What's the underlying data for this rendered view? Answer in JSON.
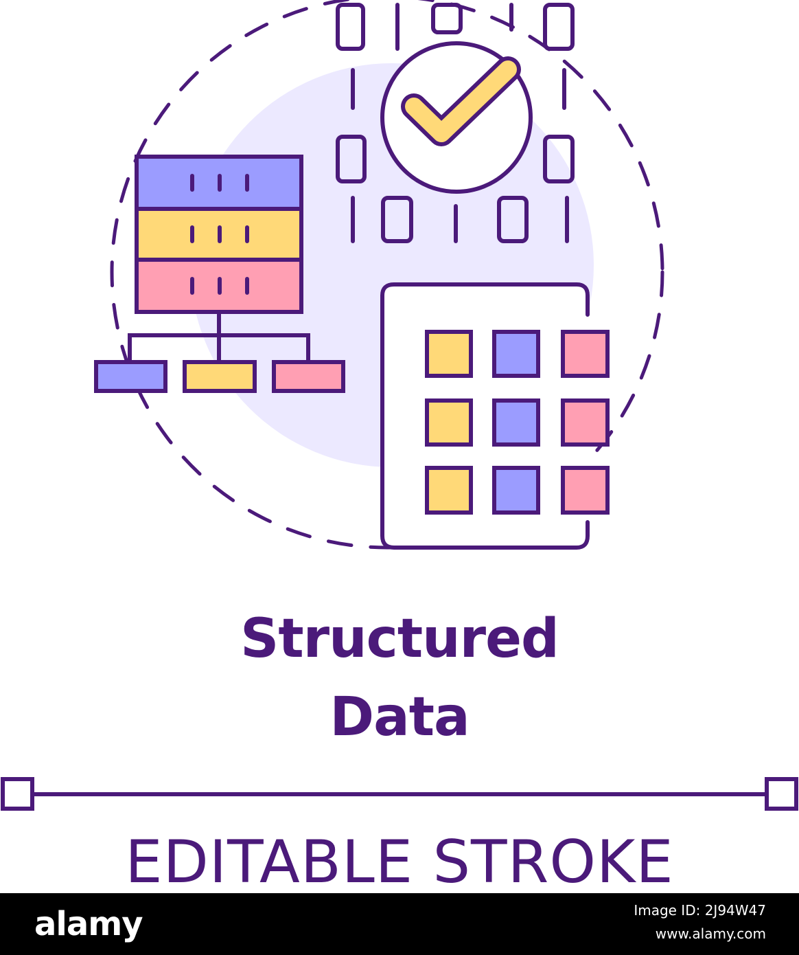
{
  "title": {
    "line1": "Structured",
    "line2": "Data"
  },
  "stroke_label": "EDITABLE STROKE",
  "binary": {
    "top_row": [
      "0",
      "1",
      "0",
      "1",
      "0"
    ],
    "left_column": [
      "1",
      "0"
    ],
    "right_column": [
      "1",
      "0"
    ],
    "bottom_row": [
      "1",
      "0",
      "1",
      "0",
      "1"
    ]
  },
  "footer": {
    "brand": "alamy",
    "image_id": "Image ID: 2J94W47",
    "site": "www.alamy.com"
  },
  "icons": [
    "database-server-icon",
    "hierarchy-icon",
    "check-circle-icon",
    "data-grid-icon",
    "binary-code-icon",
    "line-handle-icon"
  ],
  "colors": {
    "outline": "#4b1a7a",
    "blue": "#9b9cff",
    "yellow": "#ffd978",
    "pink": "#ff9fb3",
    "lavender": "#ece9ff"
  }
}
